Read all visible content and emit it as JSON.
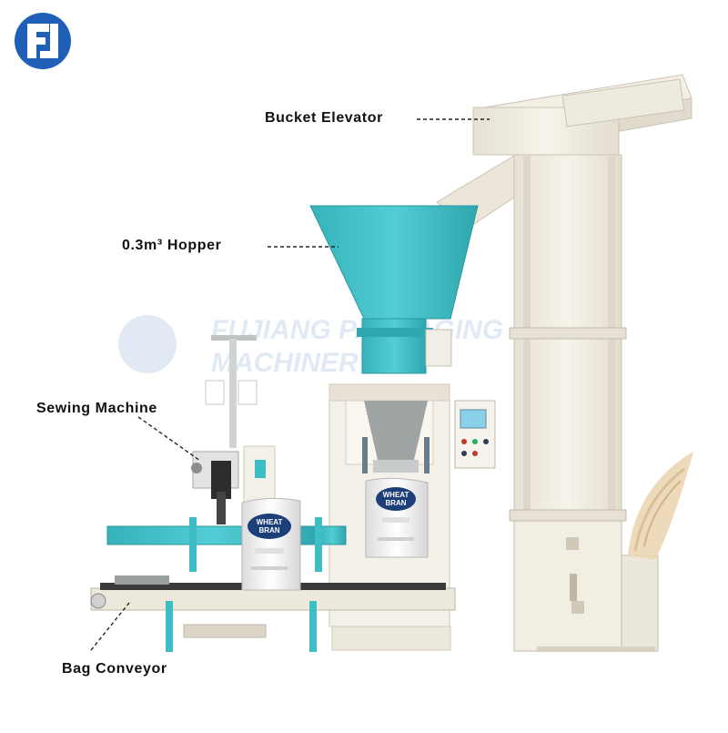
{
  "colors": {
    "brand_blue": "#1f5fb8",
    "machine_teal": "#3dbdc4",
    "frame_cream": "#f1ede2",
    "label_text": "#111111"
  },
  "logo": {
    "icon": "company-logo-mark"
  },
  "labels": {
    "bucket_elevator": "Bucket Elevator",
    "hopper": "0.3m³ Hopper",
    "sewing_machine": "Sewing Machine",
    "bag_conveyor": "Bag Conveyor"
  },
  "bags": {
    "front": {
      "line1": "WHEAT",
      "line2": "BRAN"
    },
    "rear": {
      "line1": "WHEAT",
      "line2": "BRAN"
    }
  },
  "watermark": {
    "line1": "FUJIANG PACKAGING",
    "line2": "MACHINERY"
  }
}
